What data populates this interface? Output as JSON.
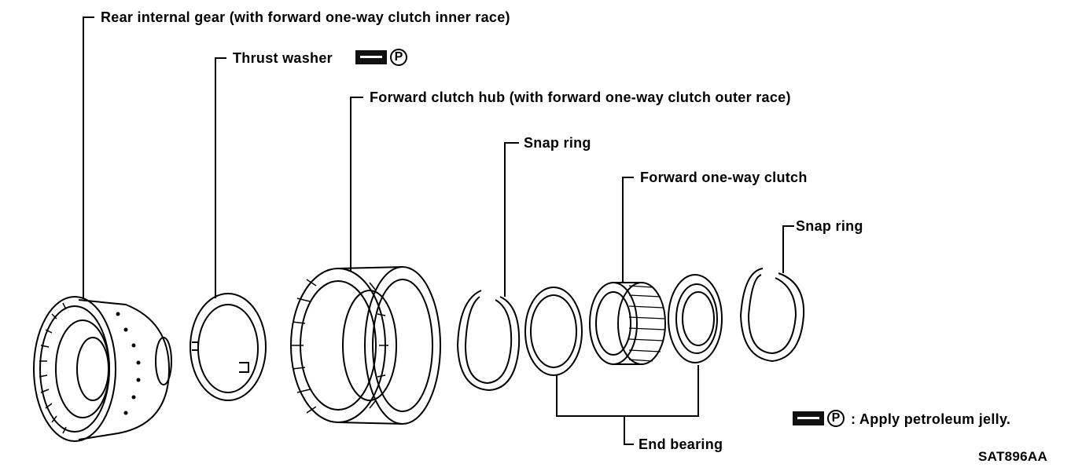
{
  "labels": {
    "rear_internal_gear": "Rear internal gear (with forward one-way clutch inner race)",
    "thrust_washer": "Thrust washer",
    "forward_clutch_hub": "Forward clutch hub (with forward one-way clutch outer race)",
    "snap_ring_1": "Snap ring",
    "forward_one_way_clutch": "Forward one-way clutch",
    "snap_ring_2": "Snap ring",
    "end_bearing": "End bearing"
  },
  "legend": {
    "symbol_letter": "P",
    "text": ": Apply petroleum jelly."
  },
  "figure_code": "SAT896AA"
}
